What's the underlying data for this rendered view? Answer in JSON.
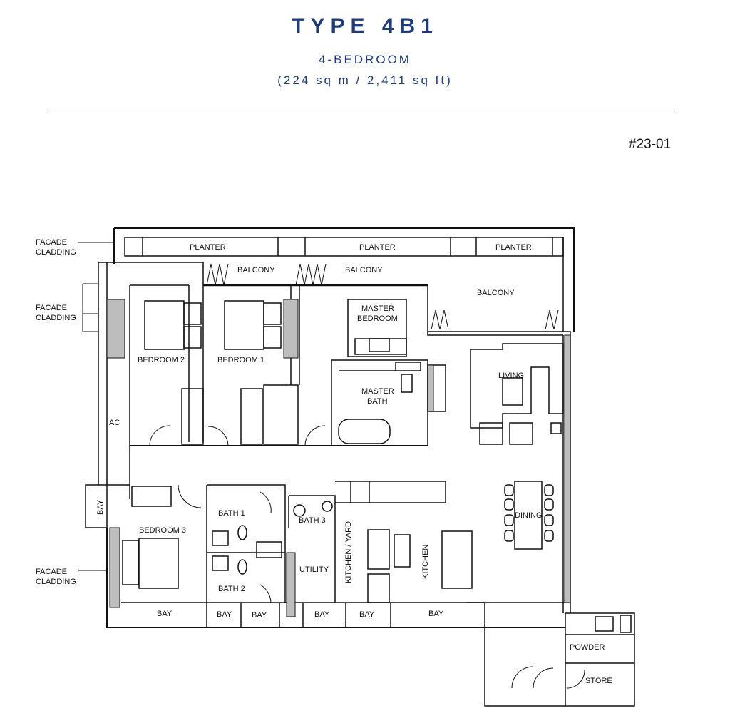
{
  "header": {
    "title": "TYPE 4B1",
    "subtitle": "4-BEDROOM",
    "area": "(224 sq m / 2,411 sq ft)",
    "unit_number": "#23-01"
  },
  "colors": {
    "title": "#1f3c78",
    "wall": "#111111",
    "cladding": "#bdbdbd"
  },
  "plan": {
    "planters": [
      "PLANTER",
      "PLANTER",
      "PLANTER"
    ],
    "balconies": [
      "BALCONY",
      "BALCONY",
      "BALCONY"
    ],
    "facade_labels": [
      [
        "FACADE",
        "CLADDING"
      ],
      [
        "FACADE",
        "CLADDING"
      ],
      [
        "FACADE",
        "CLADDING"
      ]
    ],
    "rooms": {
      "bedroom2": "BEDROOM 2",
      "bedroom1": "BEDROOM 1",
      "master_bedroom": [
        "MASTER",
        "BEDROOM"
      ],
      "master_bath": [
        "MASTER",
        "BATH"
      ],
      "living": "LIVING",
      "ac": "AC",
      "bay_vertical": "BAY",
      "bedroom3": "BEDROOM 3",
      "bath1": "BATH 1",
      "bath2": "BATH 2",
      "bath3": "BATH 3",
      "utility": "UTILITY",
      "kitchen_yard": "KITCHEN / YARD",
      "kitchen": "KITCHEN",
      "dining": "DINING",
      "powder": "POWDER",
      "store": "STORE"
    },
    "bays": [
      "BAY",
      "BAY",
      "BAY",
      "BAY",
      "BAY",
      "BAY"
    ]
  }
}
